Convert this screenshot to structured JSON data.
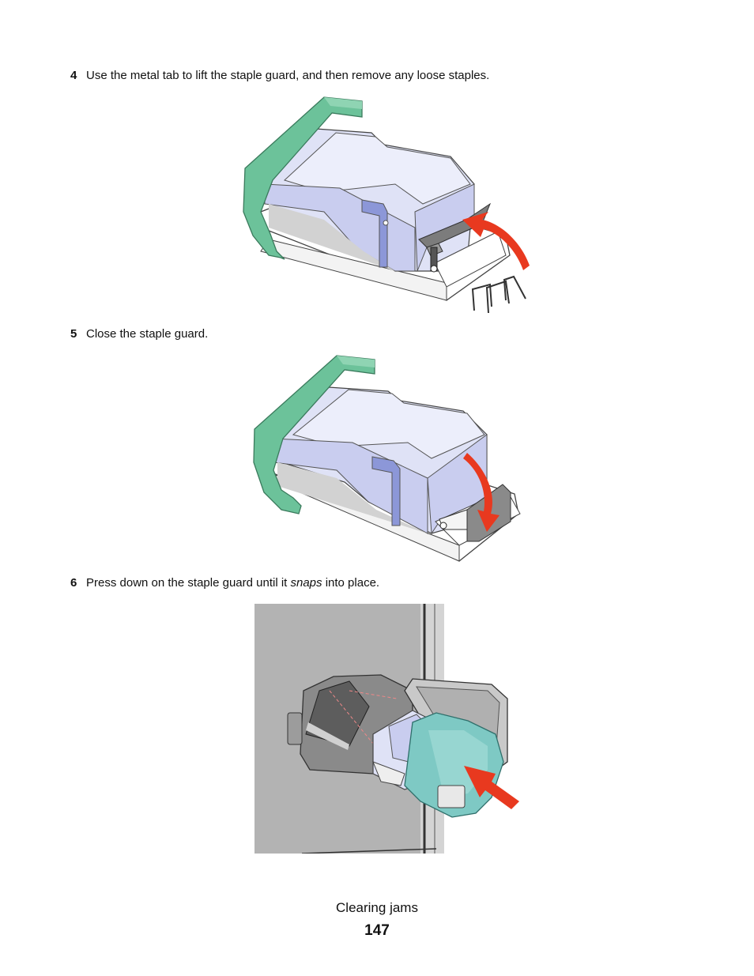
{
  "steps": [
    {
      "number": "4",
      "text": "Use the metal tab to lift the staple guard, and then remove any loose staples."
    },
    {
      "number": "5",
      "text": "Close the staple guard."
    },
    {
      "number": "6",
      "text_before": "Press down on the staple guard until it ",
      "text_em": "snaps",
      "text_after": " into place."
    }
  ],
  "footer": {
    "section": "Clearing jams",
    "page_number": "147"
  },
  "colors": {
    "arrow": "#e8391f",
    "green": "#6cc29a",
    "lavender": "#d8dcf5",
    "teal": "#7ec9c4",
    "gray": "#b3b3b3"
  }
}
